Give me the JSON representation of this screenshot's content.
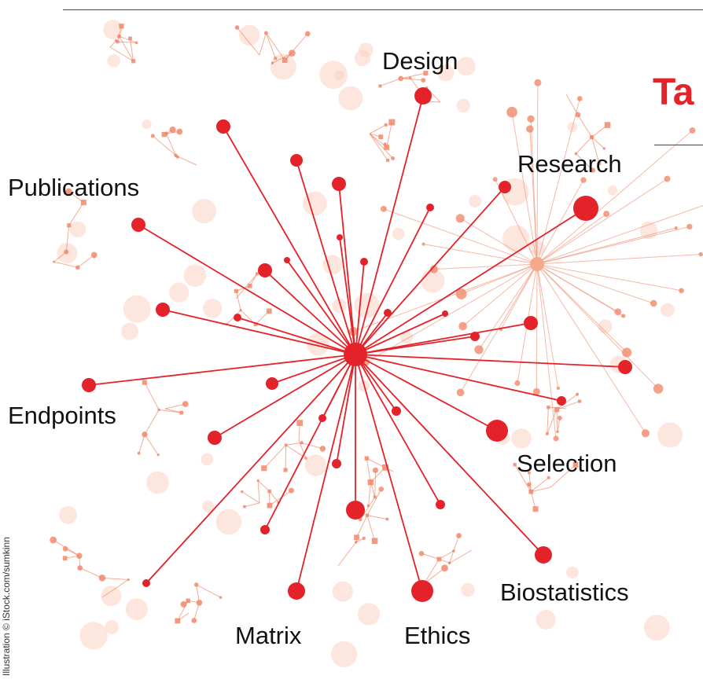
{
  "labels": {
    "design": "Design",
    "research": "Research",
    "publications": "Publications",
    "endpoints": "Endpoints",
    "selection": "Selection",
    "biostatistics": "Biostatistics",
    "matrix": "Matrix",
    "ethics": "Ethics"
  },
  "title_fragment": "Ta",
  "credit": "Illustration © iStock.com/sumkinn",
  "colors": {
    "accent_red": "#e3222a",
    "light_network": "#f08a6c",
    "faint_network": "#fbd2c2"
  }
}
